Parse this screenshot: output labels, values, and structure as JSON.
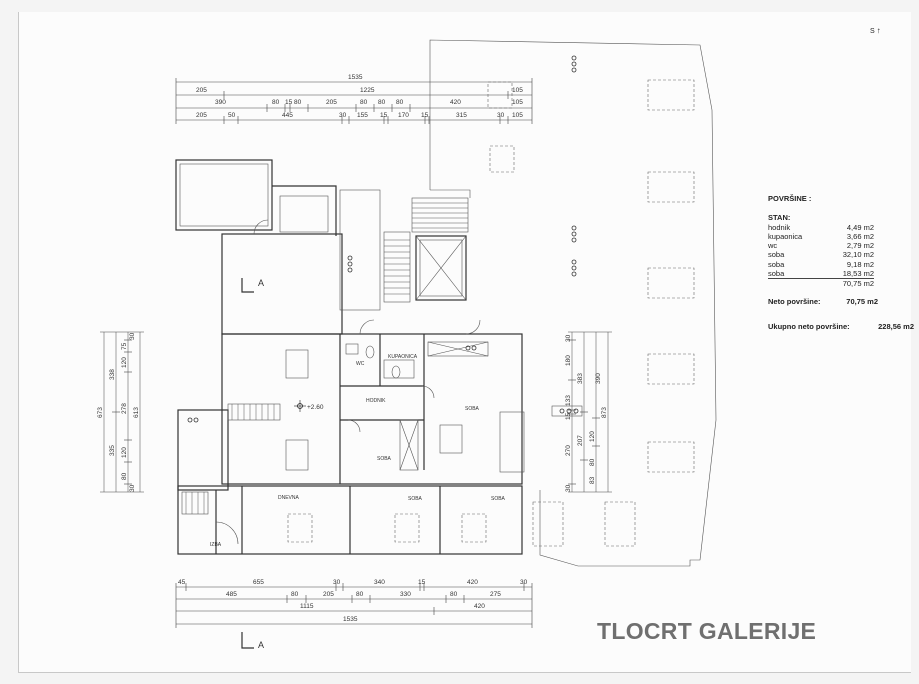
{
  "north_label": "S",
  "section_label": "A",
  "level_mark": "+2.60",
  "title": "TLOCRT GALERIJE",
  "rooms": {
    "wc": "WC",
    "kupaonica": "KUPAONICA",
    "hodnik": "HODNIK",
    "soba_1": "SOBA",
    "soba_2": "SOBA",
    "soba_3": "SOBA",
    "soba_4": "SOBA",
    "dnevna": "DNEVNA",
    "izba": "IZBA"
  },
  "areas": {
    "heading": "POVRŠINE  :",
    "apartment_label": "STAN:",
    "rows": [
      {
        "name": "hodnik",
        "value": "4,49 m2"
      },
      {
        "name": "kupaonica",
        "value": "3,66 m2"
      },
      {
        "name": "wc",
        "value": "2,79 m2"
      },
      {
        "name": "soba",
        "value": "32,10 m2"
      },
      {
        "name": "soba",
        "value": "9,18 m2"
      },
      {
        "name": "soba",
        "value": "18,53 m2"
      }
    ],
    "total": "70,75 m2",
    "net_label": "Neto površine:",
    "net_value": "70,75 m2",
    "gross_label": "Ukupno neto površine:",
    "gross_value": "228,56 m2"
  },
  "top_dims": {
    "row1": [
      "1535"
    ],
    "row2": [
      "205",
      "1225",
      "105"
    ],
    "row3": [
      "390",
      "80",
      "15",
      "80",
      "205",
      "80",
      "80",
      "80",
      "420",
      "105"
    ],
    "row4": [
      "205",
      "50",
      "445",
      "30",
      "155",
      "15",
      "170",
      "15",
      "315",
      "30",
      "105"
    ]
  },
  "bottom_dims": {
    "row1": [
      "45",
      "655",
      "30",
      "340",
      "15",
      "420",
      "30"
    ],
    "row2": [
      "485",
      "80",
      "205",
      "80",
      "330",
      "80",
      "275"
    ],
    "row3": [
      "1115",
      "420"
    ],
    "row4": [
      "1535"
    ]
  },
  "left_dims": {
    "outer": [
      "673"
    ],
    "mid": [
      "338",
      "335"
    ],
    "inner": [
      "30",
      "75",
      "120",
      "278",
      "120",
      "80",
      "30"
    ],
    "innermost": [
      "613"
    ]
  },
  "right_dims": {
    "a": [
      "30",
      "180",
      "133",
      "15",
      "270",
      "30"
    ],
    "b": [
      "383",
      "207",
      "80"
    ],
    "c": [
      "390",
      "120",
      "83"
    ],
    "d": [
      "873"
    ]
  }
}
